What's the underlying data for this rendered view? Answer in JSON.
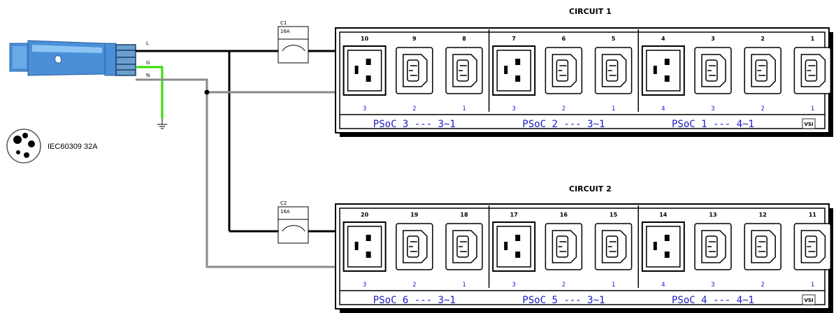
{
  "circuits": [
    {
      "title": "CIRCUIT 1",
      "breaker": {
        "name": "C1",
        "rating": "16A"
      },
      "outlet_numbers": [
        "10",
        "9",
        "8",
        "7",
        "6",
        "5",
        "4",
        "3",
        "2",
        "1"
      ],
      "phase_numbers": [
        "3",
        "2",
        "1",
        "3",
        "2",
        "1",
        "4",
        "3",
        "2",
        "1"
      ],
      "groups": [
        "PSoC 3 --- 3~1",
        "PSoC 2 --- 3~1",
        "PSoC 1 --- 4~1"
      ],
      "badge": "VSI"
    },
    {
      "title": "CIRCUIT 2",
      "breaker": {
        "name": "C2",
        "rating": "16A"
      },
      "outlet_numbers": [
        "20",
        "19",
        "18",
        "17",
        "16",
        "15",
        "14",
        "13",
        "12",
        "11"
      ],
      "phase_numbers": [
        "3",
        "2",
        "1",
        "3",
        "2",
        "1",
        "4",
        "3",
        "2",
        "1"
      ],
      "groups": [
        "PSoC 6 --- 3~1",
        "PSoC 5 --- 3~1",
        "PSoC 4 --- 4~1"
      ],
      "badge": "VSI"
    }
  ],
  "plug": {
    "wire_labels": [
      "L",
      "G",
      "N"
    ],
    "caption": "IEC60309 32A"
  },
  "colors": {
    "live": "#000000",
    "ground": "#33dd00",
    "neutral": "#8a8a8a",
    "plug_blue": "#4a8fd8",
    "label_blue": "#1a1acc"
  }
}
